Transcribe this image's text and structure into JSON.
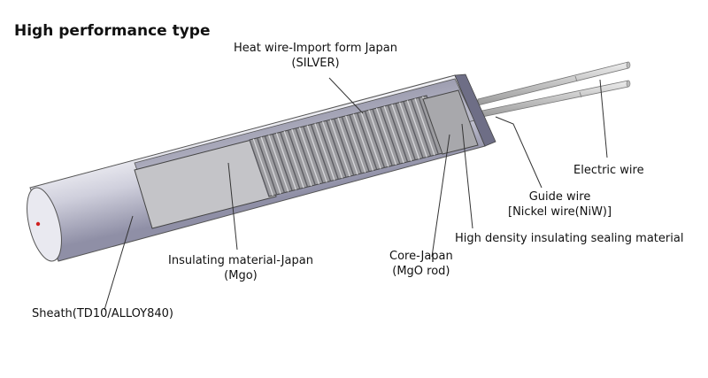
{
  "title": "High performance type",
  "labels": {
    "heat_wire": [
      "Heat wire-Import form Japan",
      "(SILVER)"
    ],
    "electric_wire": [
      "Electric wire"
    ],
    "guide_wire": [
      "Guide wire",
      "[Nickel wire(NiW)]"
    ],
    "sealing_material": [
      "High density insulating sealing material"
    ],
    "core": [
      "Core-Japan",
      "(MgO rod)"
    ],
    "insulating_material": [
      "Insulating material-Japan",
      "(Mgo)"
    ],
    "sheath": [
      "Sheath(TD10/ALLOY840)"
    ]
  },
  "colors": {
    "sheath_light": "#e6e6ee",
    "sheath_mid": "#b4b4c8",
    "sheath_dark": "#82829a",
    "core_gray": "#b6b6b6",
    "coil": "#8a8a8a",
    "wire": "#c8c8c8"
  }
}
